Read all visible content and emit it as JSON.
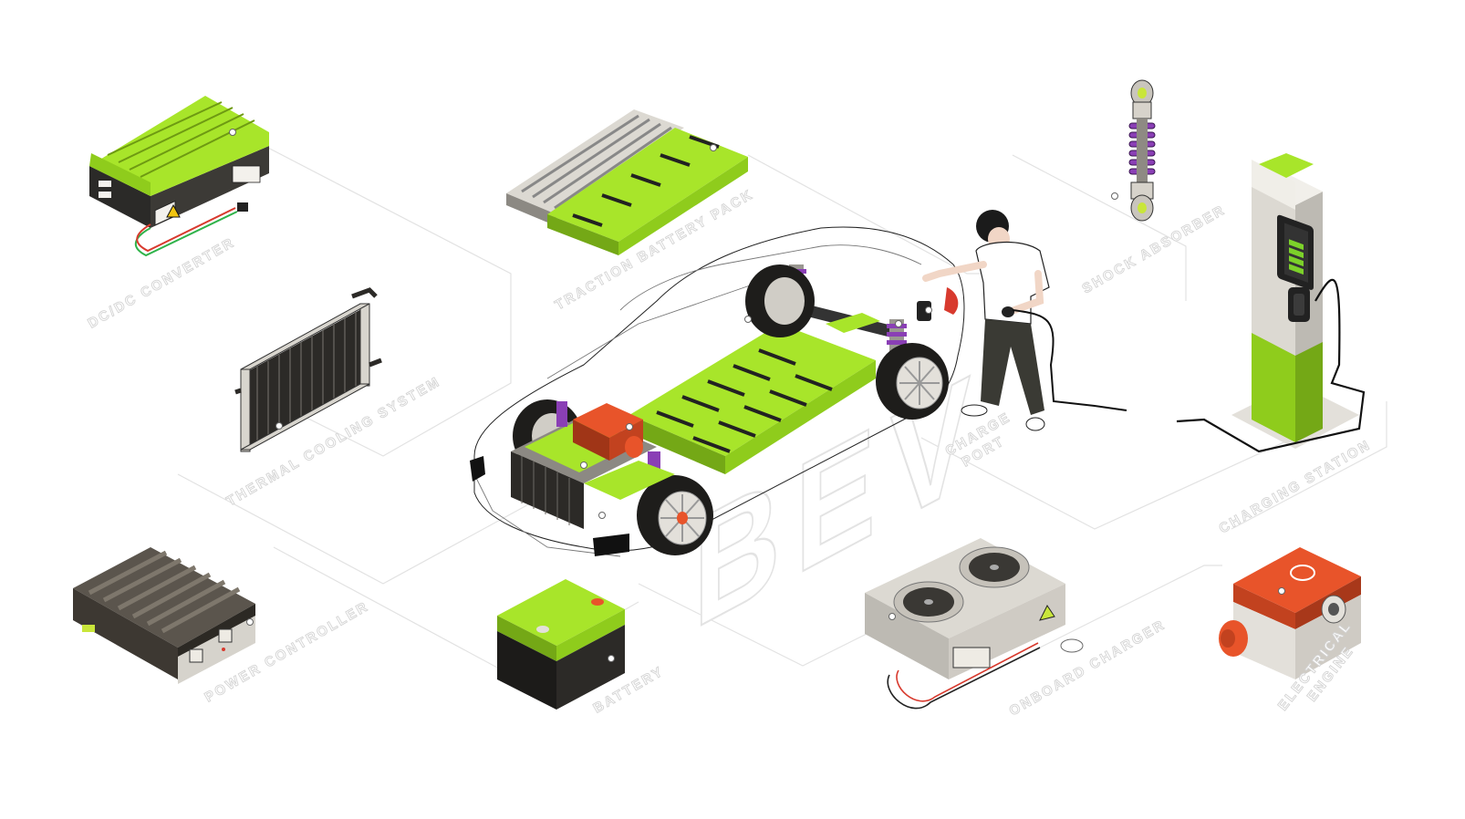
{
  "diagram": {
    "center_letters": "BEV",
    "labels": {
      "dcdc_converter": "DC/DC CONVERTER",
      "traction_battery_pack": "TRACTION BATTERY PACK",
      "shock_absorber": "SHOCK ABSORBER",
      "thermal_cooling_system": "THERMAL COOLING SYSTEM",
      "charge_port_line1": "CHARGE",
      "charge_port_line2": "PORT",
      "charging_station": "CHARGING STATION",
      "power_controller": "POWER CONTROLLER",
      "battery": "BATTERY",
      "onboard_charger": "ONBOARD CHARGER",
      "electrical_engine_line1": "ELECTRICAL",
      "electrical_engine_line2": "ENGINE"
    },
    "colors": {
      "lime": "#a8e52a",
      "dark": "#2b2a28",
      "orange": "#e8542a",
      "purple": "#8a3fb5",
      "grey": "#bdbab3"
    }
  }
}
